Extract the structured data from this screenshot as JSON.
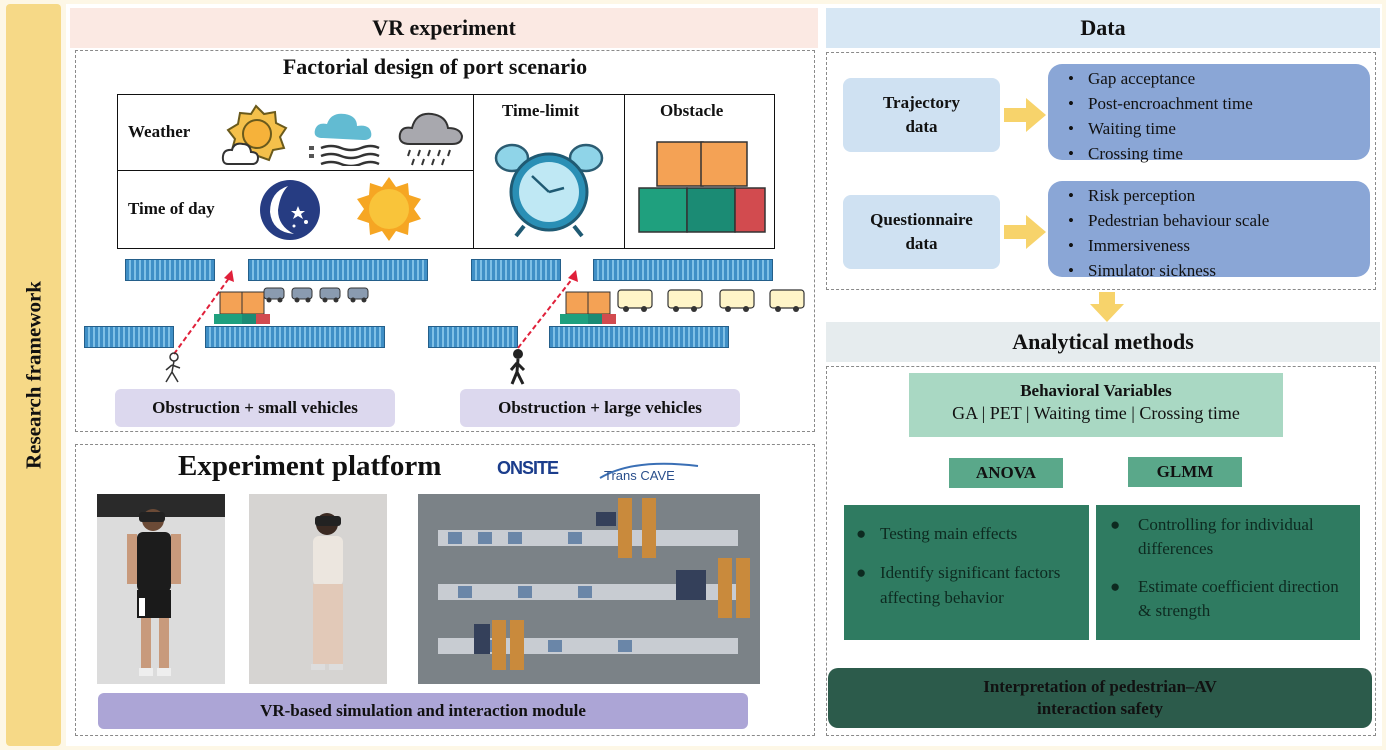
{
  "sidebar": {
    "title": "Research framework"
  },
  "vr": {
    "header": "VR experiment",
    "factorial_title": "Factorial design of  port scenario",
    "weather_label": "Weather",
    "timeofday_label": "Time of day",
    "timelimit_label": "Time-limit",
    "obstacle_label": "Obstacle",
    "scenario_small": "Obstruction + small vehicles",
    "scenario_large": "Obstruction + large vehicles"
  },
  "platform": {
    "title": "Experiment platform",
    "logo_onsite": "ONSITE",
    "logo_transcave": "Trans CAVE",
    "module_label": "VR-based simulation and interaction module"
  },
  "data": {
    "header": "Data",
    "trajectory_label": "Trajectory data",
    "trajectory_items": [
      "Gap acceptance",
      "Post-encroachment time",
      "Waiting time",
      "Crossing time"
    ],
    "questionnaire_label": "Questionnaire data",
    "questionnaire_items": [
      "Risk perception",
      "Pedestrian behaviour scale",
      "Immersiveness",
      "Simulator sickness"
    ]
  },
  "methods": {
    "header": "Analytical methods",
    "behavioral_title": "Behavioral Variables",
    "behavioral_list": "GA | PET | Waiting time | Crossing time",
    "anova": "ANOVA",
    "glmm": "GLMM",
    "anova_points": [
      "Testing main effects",
      "Identify significant factors affecting behavior"
    ],
    "glmm_points": [
      "Controlling for individual differences",
      "Estimate coefficient direction & strength"
    ],
    "interpretation": "Interpretation of pedestrian–AV interaction safety"
  },
  "colors": {
    "sidebar": "#f6d987",
    "vr_header": "#fbe9e3",
    "data_header": "#d7e7f4",
    "methods_header": "#e6ecee",
    "data_box": "#8aa6d6",
    "green": "#2f7b61",
    "dark_green": "#2c5b4b",
    "pill": "#dcd8ee"
  }
}
